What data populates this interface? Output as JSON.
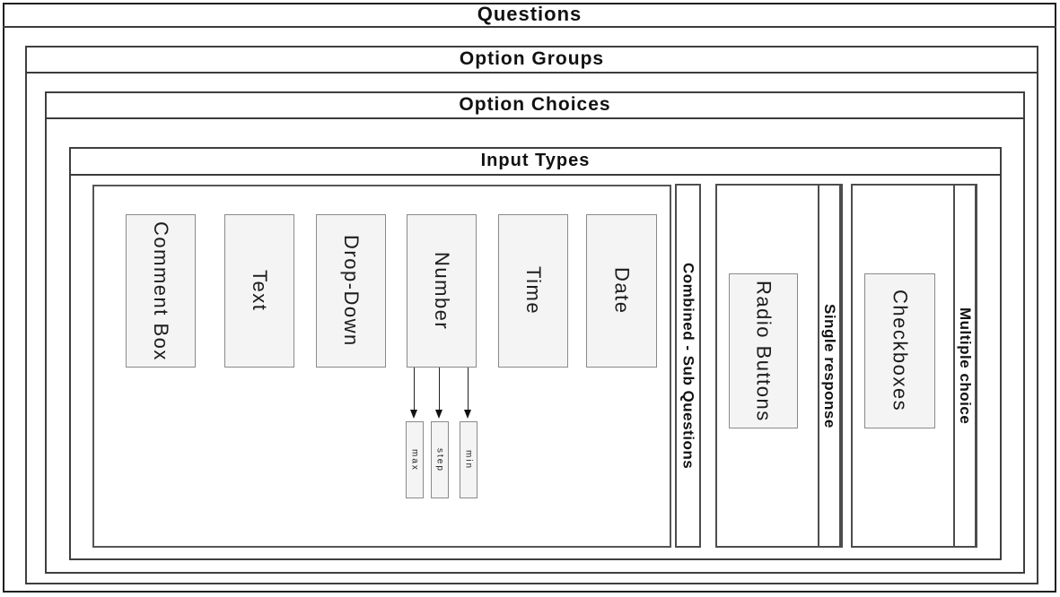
{
  "layers": {
    "questions": {
      "label": "Questions"
    },
    "option_groups": {
      "label": "Option Groups"
    },
    "option_choices": {
      "label": "Option Choices"
    },
    "input_types": {
      "label": "Input Types"
    }
  },
  "input_type_boxes": [
    {
      "label": "Comment Box"
    },
    {
      "label": "Text"
    },
    {
      "label": "Drop-Down"
    },
    {
      "label": "Number"
    },
    {
      "label": "Time"
    },
    {
      "label": "Date"
    }
  ],
  "number_attributes": [
    {
      "label": "max"
    },
    {
      "label": "step"
    },
    {
      "label": "min"
    }
  ],
  "combined_strip": {
    "label": "Combined - Sub Questions"
  },
  "single_response_group": {
    "strip_label": "Single response",
    "box_label": "Radio Buttons"
  },
  "multiple_choice_group": {
    "strip_label": "Multiple choice",
    "box_label": "Checkboxes"
  },
  "colors": {
    "background": "#ffffff",
    "outer_border": "#1f1f1f",
    "inner_border": "#3f3f3f",
    "shaded_fill": "#f4f4f4",
    "shaded_border": "#8a8a8a",
    "text": "#111111"
  }
}
